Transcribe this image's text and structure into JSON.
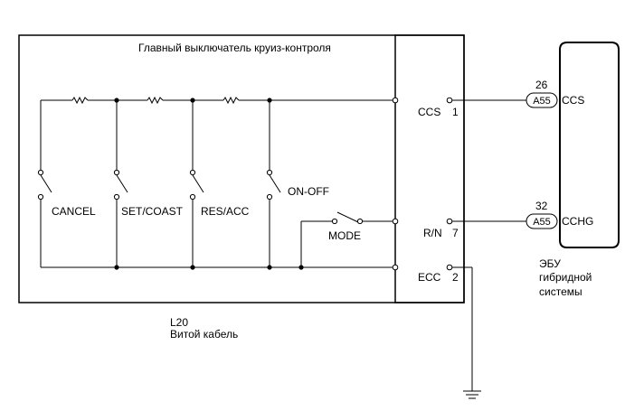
{
  "switch_assembly": {
    "title": "Главный выключатель круиз-контроля",
    "switches": [
      "CANCEL",
      "SET/COAST",
      "RES/ACC",
      "ON-OFF"
    ],
    "mode_label": "MODE"
  },
  "connector_pins": [
    {
      "signal": "CCS",
      "pin": "1"
    },
    {
      "signal": "R/N",
      "pin": "7"
    },
    {
      "signal": "ECC",
      "pin": "2"
    }
  ],
  "ecu": {
    "label": [
      "ЭБУ",
      "гибридной",
      "системы"
    ],
    "terminals": [
      {
        "number": "26",
        "connector": "A55",
        "name": "CCS"
      },
      {
        "number": "32",
        "connector": "A55",
        "name": "CCHG"
      }
    ]
  },
  "cable": {
    "id": "L20",
    "name": "Витой кабель"
  }
}
